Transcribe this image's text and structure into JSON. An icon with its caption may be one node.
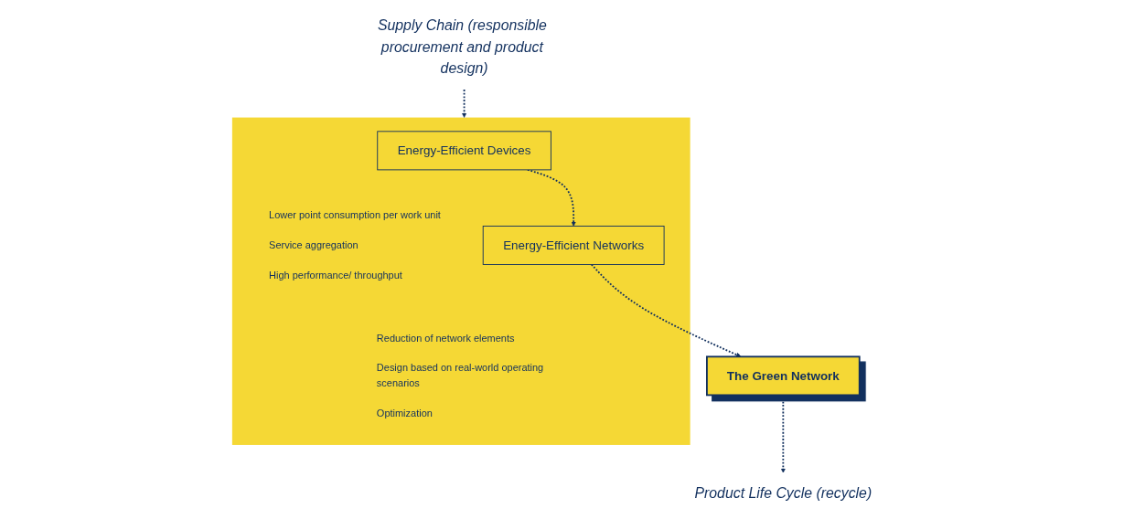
{
  "diagram": {
    "nodes": [
      {
        "text": [
          "Supply Chain (responsible procurement and product design)"
        ]
      },
      {
        "text": [],
        "shape": "box"
      },
      {
        "text": [
          "Energy-Efficient Devices"
        ],
        "in": 1,
        "beside": [
          "Lower point consumption per work unit",
          "Service aggregation",
          "High performance/ throughput"
        ]
      },
      {
        "text": [
          "Energy-Efficient Networks"
        ],
        "in": 1,
        "beside": [
          "Reduction of network elements",
          "Design based on real-world operating scenarios",
          "Optimization"
        ]
      },
      {
        "text": [
          "The Green Network"
        ]
      },
      {
        "text": [
          "Product Life Cycle (recycle)"
        ]
      }
    ],
    "edges": [
      {
        "from": 0,
        "to": 1,
        "arrow": "to",
        "style": "dashed"
      },
      {
        "from": 2,
        "to": 3,
        "arrow": "to",
        "style": "dashed"
      },
      {
        "from": 3,
        "to": 4,
        "arrow": "to",
        "style": "dashed"
      },
      {
        "from": 4,
        "to": 5,
        "arrow": "to",
        "style": "dashed"
      }
    ]
  }
}
